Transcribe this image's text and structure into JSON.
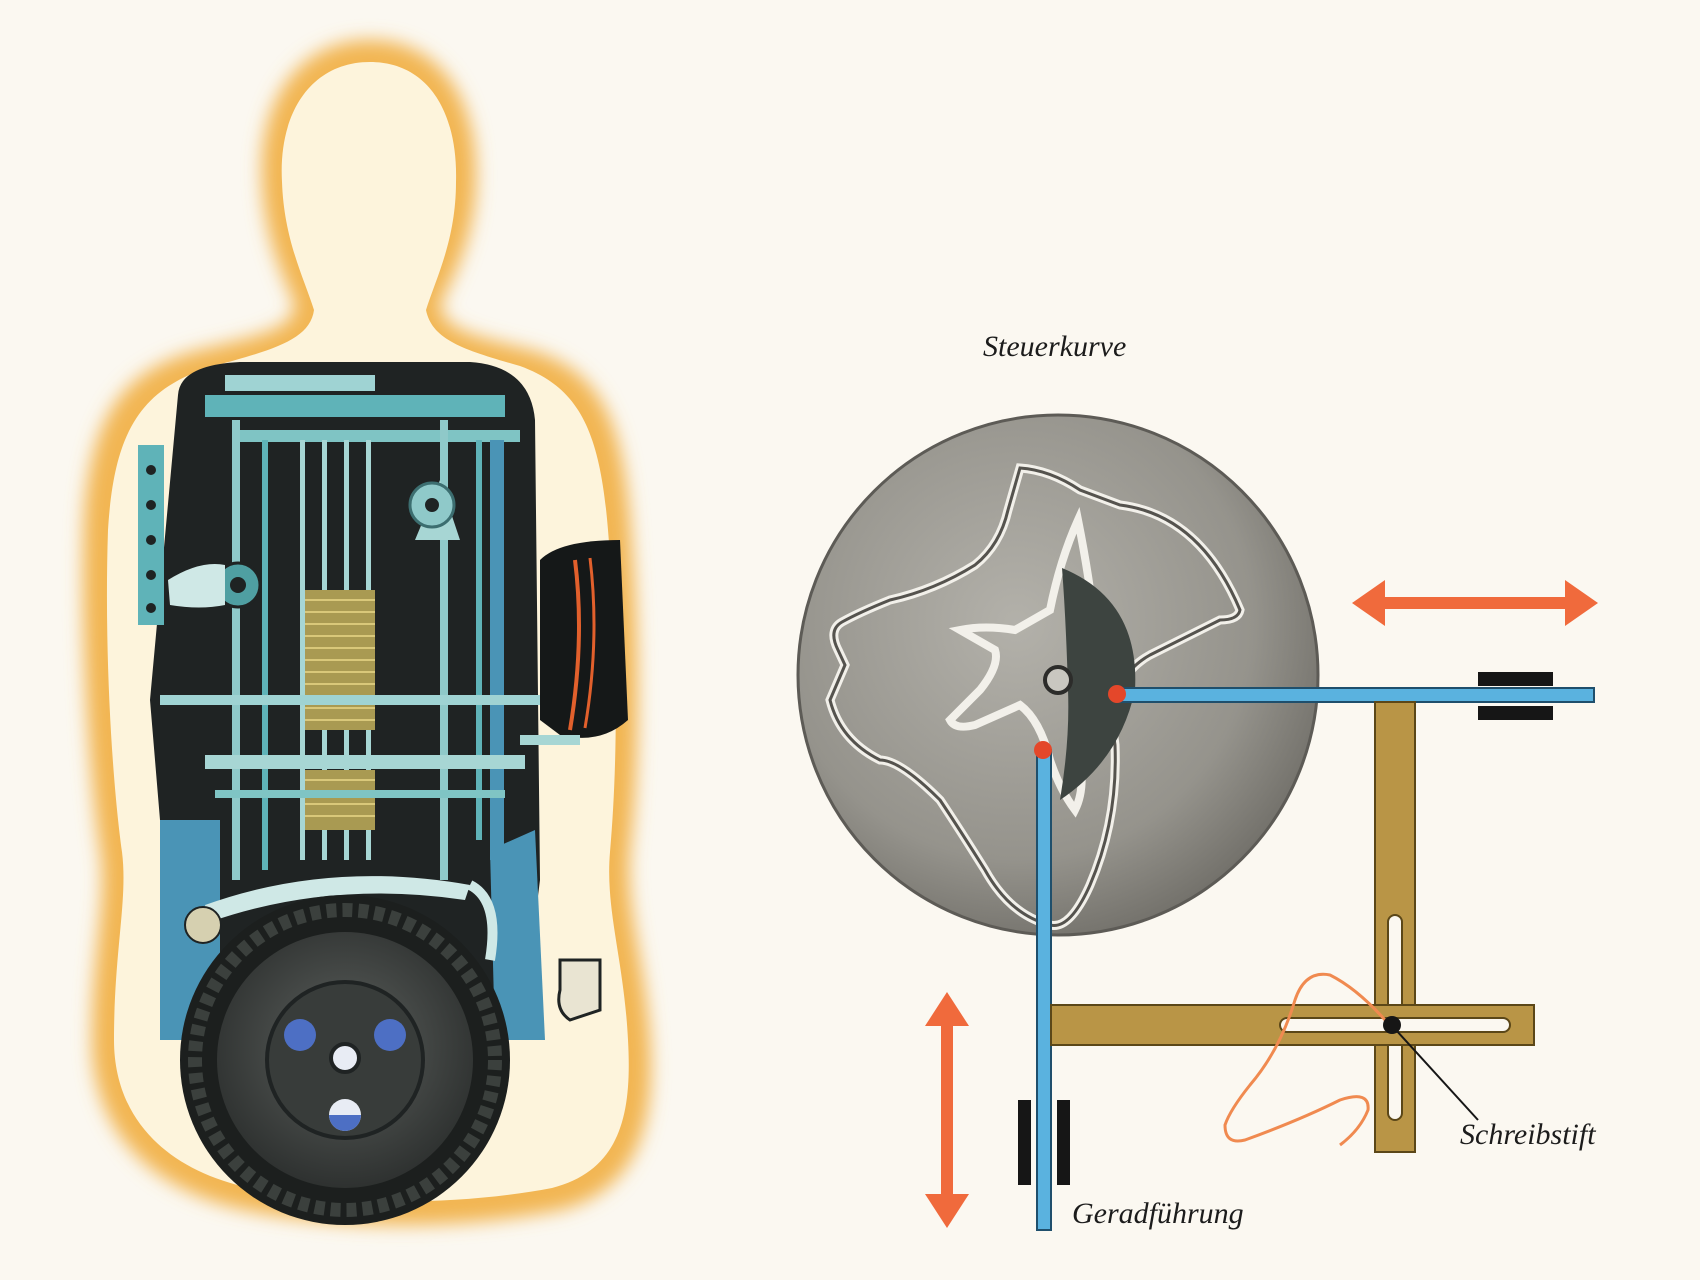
{
  "labels": {
    "cam": "Steuerkurve",
    "guide": "Geradführung",
    "pen": "Schreibstift"
  },
  "colors": {
    "background": "#fbf8f1",
    "aura": "#f2b653",
    "body_fill": "#fdf4dc",
    "mechanism_dark": "#1f2323",
    "mechanism_cyan": "#5fb3b8",
    "mechanism_blue": "#4a94b6",
    "cam_disc": "#9c9a94",
    "cam_groove": "#f2f0ea",
    "rod_blue": "#5ab2df",
    "pivot_red": "#e4472a",
    "arrow_orange": "#f06a3c",
    "slide_brass": "#b99546",
    "bearing_black": "#161616",
    "trace_orange": "#f08a50"
  },
  "icons": {
    "horizontal_arrow": "double-arrow-horizontal-icon",
    "vertical_arrow": "double-arrow-vertical-icon"
  }
}
